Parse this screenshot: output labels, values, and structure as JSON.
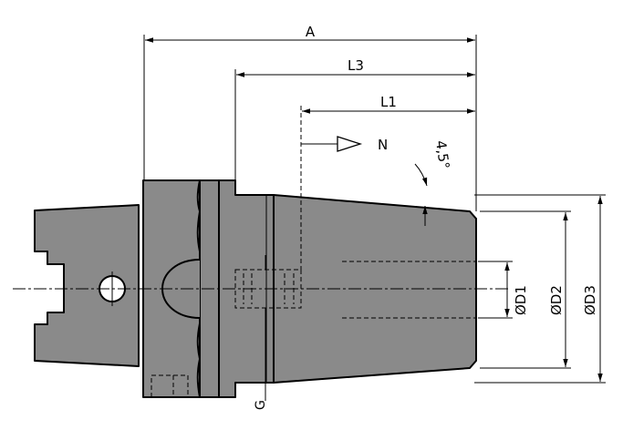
{
  "dimensions": {
    "overall_length": "A",
    "length_l3": "L3",
    "length_l1": "L1",
    "thread": "G",
    "bore_d1": "ØD1",
    "diameter_d2": "ØD2",
    "diameter_d3": "ØD3"
  },
  "angle": "4,5°",
  "direction_marker": "N"
}
